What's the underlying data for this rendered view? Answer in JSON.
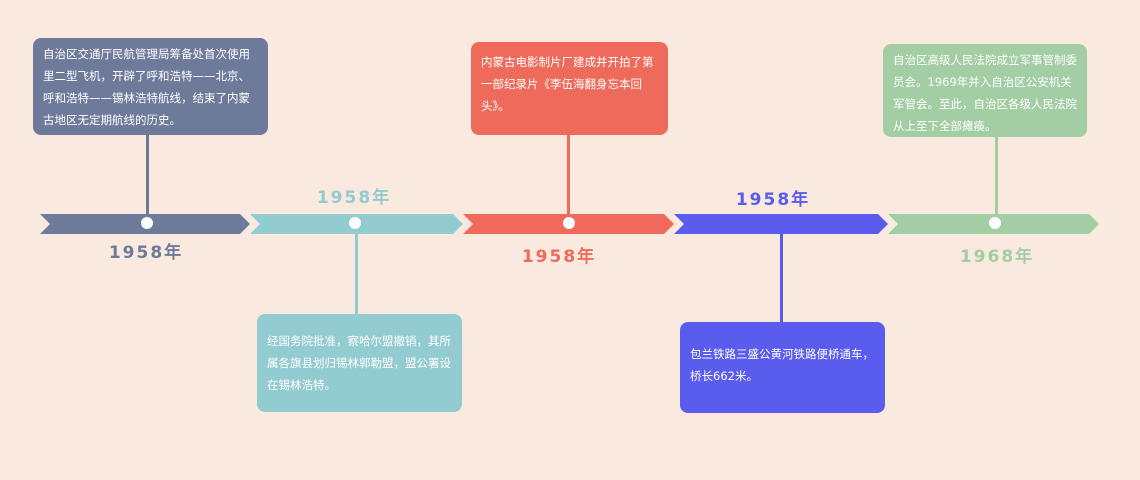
{
  "events": [
    {
      "year": "1958年",
      "color": "#6e7a99",
      "text": "自治区交通厅民航管理局筹备处首次使用里二型飞机，开辟了呼和浩特——北京、呼和浩特——锡林浩特航线，结束了内蒙古地区无定期航线的历史。"
    },
    {
      "year": "1958年",
      "color": "#92cbd0",
      "text": "经国务院批准，察哈尔盟撤销，其所属各旗县划归锡林郭勒盟，盟公署设在锡林浩特。"
    },
    {
      "year": "1958年",
      "color": "#ee6b5c",
      "text": "内蒙古电影制片厂建成并开拍了第一部纪录片《李伍海翻身忘本回头》。"
    },
    {
      "year": "1958年",
      "color": "#5a5ced",
      "text": "包兰铁路三盛公黄河铁路便桥通车，桥长662米。"
    },
    {
      "year": "1968年",
      "color": "#a3cda3",
      "text": "自治区高级人民法院成立军事管制委员会。1969年并入自治区公安机关军管会。至此，自治区各级人民法院从上至下全部瘫痪。"
    }
  ]
}
